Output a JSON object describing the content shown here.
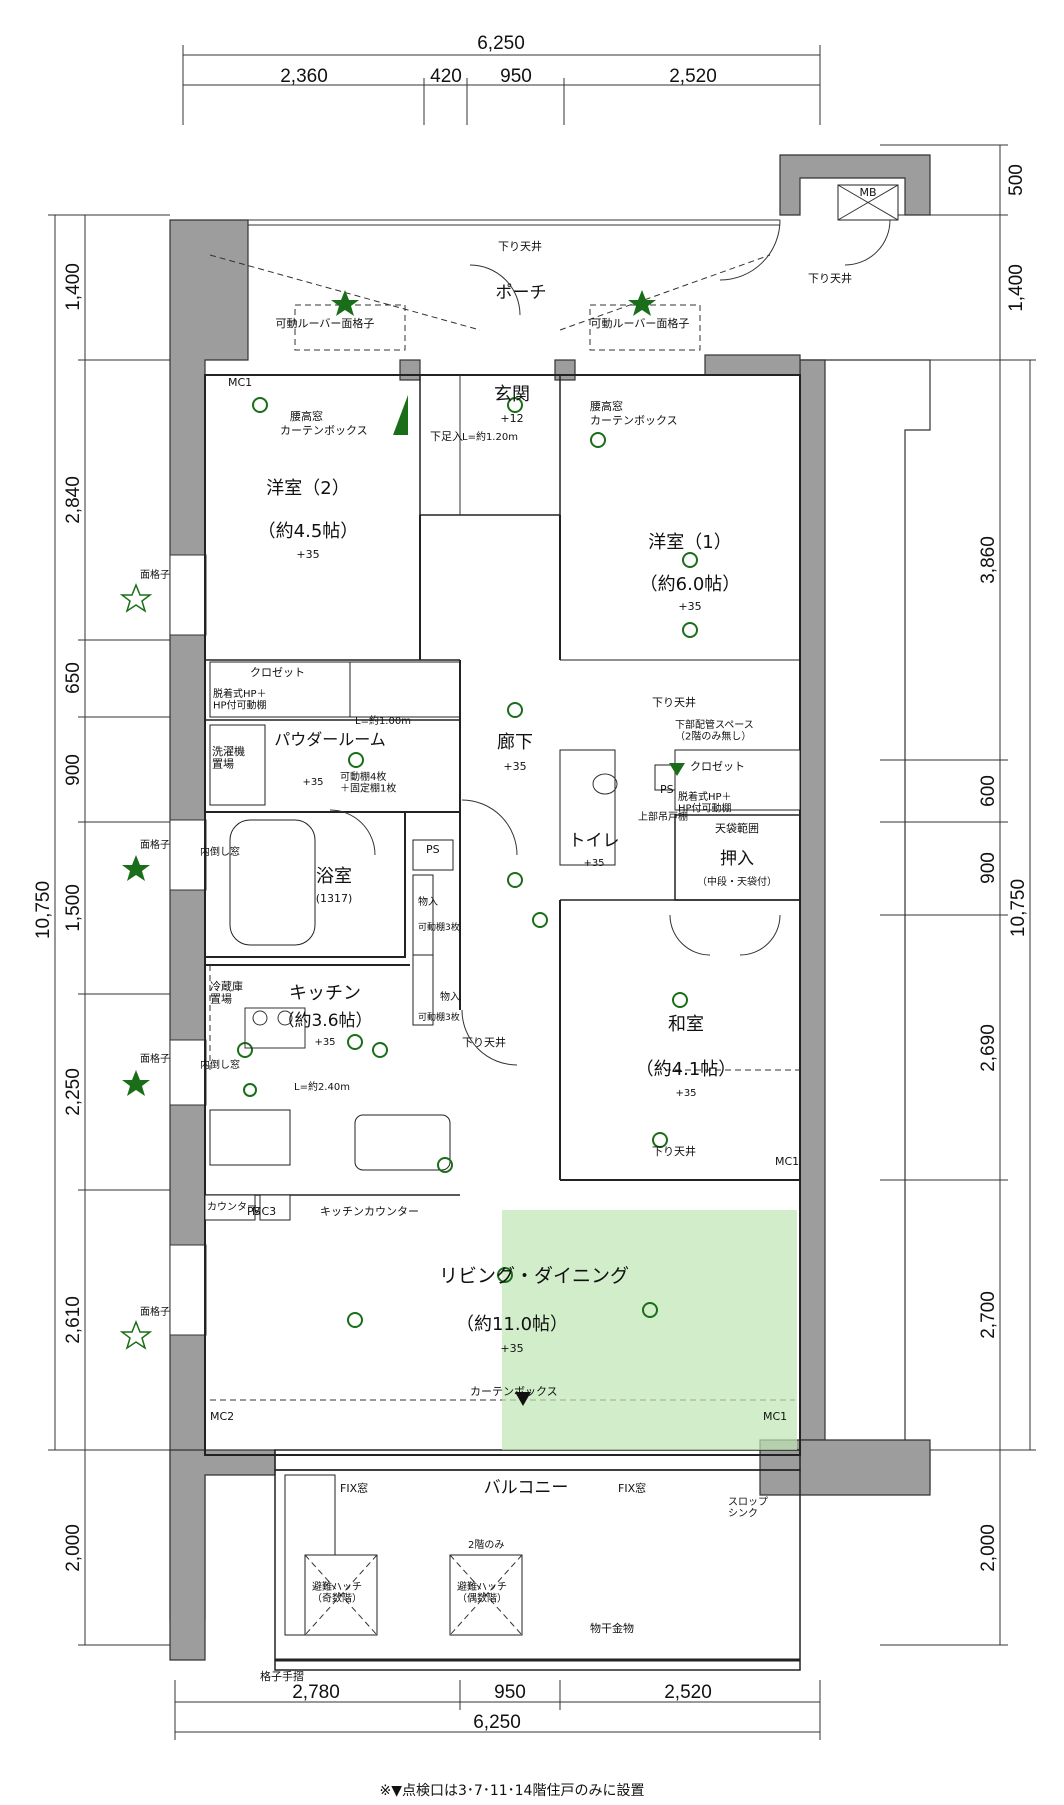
{
  "dims": {
    "top_total": "6,250",
    "top_segments": [
      "2,360",
      "420",
      "950",
      "2,520"
    ],
    "bottom_total": "6,250",
    "bottom_segments": [
      "2,780",
      "950",
      "2,520"
    ],
    "left_total": "10,750",
    "left_segments": [
      "1,400",
      "2,840",
      "650",
      "900",
      "1,500",
      "2,250",
      "2,610",
      "2,000"
    ],
    "right_total": "10,750",
    "right_segments": [
      "500",
      "1,400",
      "3,860",
      "600",
      "900",
      "2,690",
      "2,700",
      "2,000"
    ]
  },
  "rooms": {
    "porch": "ポーチ",
    "entrance": "玄関",
    "entrance_h": "+12",
    "west2": "洋室（2）",
    "west2_size": "（約4.5帖）",
    "west2_h": "+35",
    "west1": "洋室（1）",
    "west1_size": "（約6.0帖）",
    "west1_h": "+35",
    "hall": "廊下",
    "hall_h": "+35",
    "powder": "パウダールーム",
    "powder_h": "+35",
    "bath": "浴室",
    "bath_size": "(1317)",
    "toilet": "トイレ",
    "toilet_h": "+35",
    "oshiire": "押入",
    "oshiire_sub": "（中段・天袋付）",
    "tenbukuro": "天袋範囲",
    "washitsu": "和室",
    "washitsu_size": "（約4.1帖）",
    "washitsu_h": "+35",
    "kitchen": "キッチン",
    "kitchen_size": "（約3.6帖）",
    "kitchen_h": "+35",
    "living": "リビング・ダイニング",
    "living_size": "（約11.0帖）",
    "living_h": "+35",
    "balcony": "バルコニー"
  },
  "notes": {
    "shita_tenjo": "下り天井",
    "louver": "可動ルーバー面格子",
    "koshidaka_curtain": "腰高窓\nカーテンボックス",
    "closet": "クロゼット",
    "closet_rod": "脱着式HP＋\nHP付可動棚",
    "sentaku": "洗濯機\n置場",
    "powder_shelf": "可動棚4枚\n＋固定棚1枚",
    "l_powder": "L=約1.00m",
    "l_entrance": "L=約1.20m",
    "l_kitchen": "L=約2.40m",
    "reizoko": "冷蔵庫\n置場",
    "kitchen_counter": "キッチンカウンター",
    "counter": "カウンター",
    "piping": "下部配管スペース\n（2階のみ無し）",
    "curtain_box": "カーテンボックス",
    "fix_window": "FIX窓",
    "hatch_odd": "避難ハッチ\n（奇数階）",
    "hatch_even": "避難ハッチ\n（偶数階）",
    "floor2_only": "2階のみ",
    "monohoshi": "物干金物",
    "koshi_tesuri": "格子手摺",
    "menkoshi": "面格子",
    "slop_sink": "スロップ\nシンク",
    "mb": "MB",
    "ps": "PS",
    "mc1": "MC1",
    "mc2": "MC2",
    "mc3": "MC3",
    "shita_soku": "下足入",
    "jobu_tsuri": "上部吊戸棚",
    "mono": "物入",
    "naidao": "内倒し窓",
    "koshi": "腰高窓",
    "kado_3": "可動棚3枚",
    "footnote": "※▼点検口は3･7･11･14階住戸のみに設置"
  }
}
